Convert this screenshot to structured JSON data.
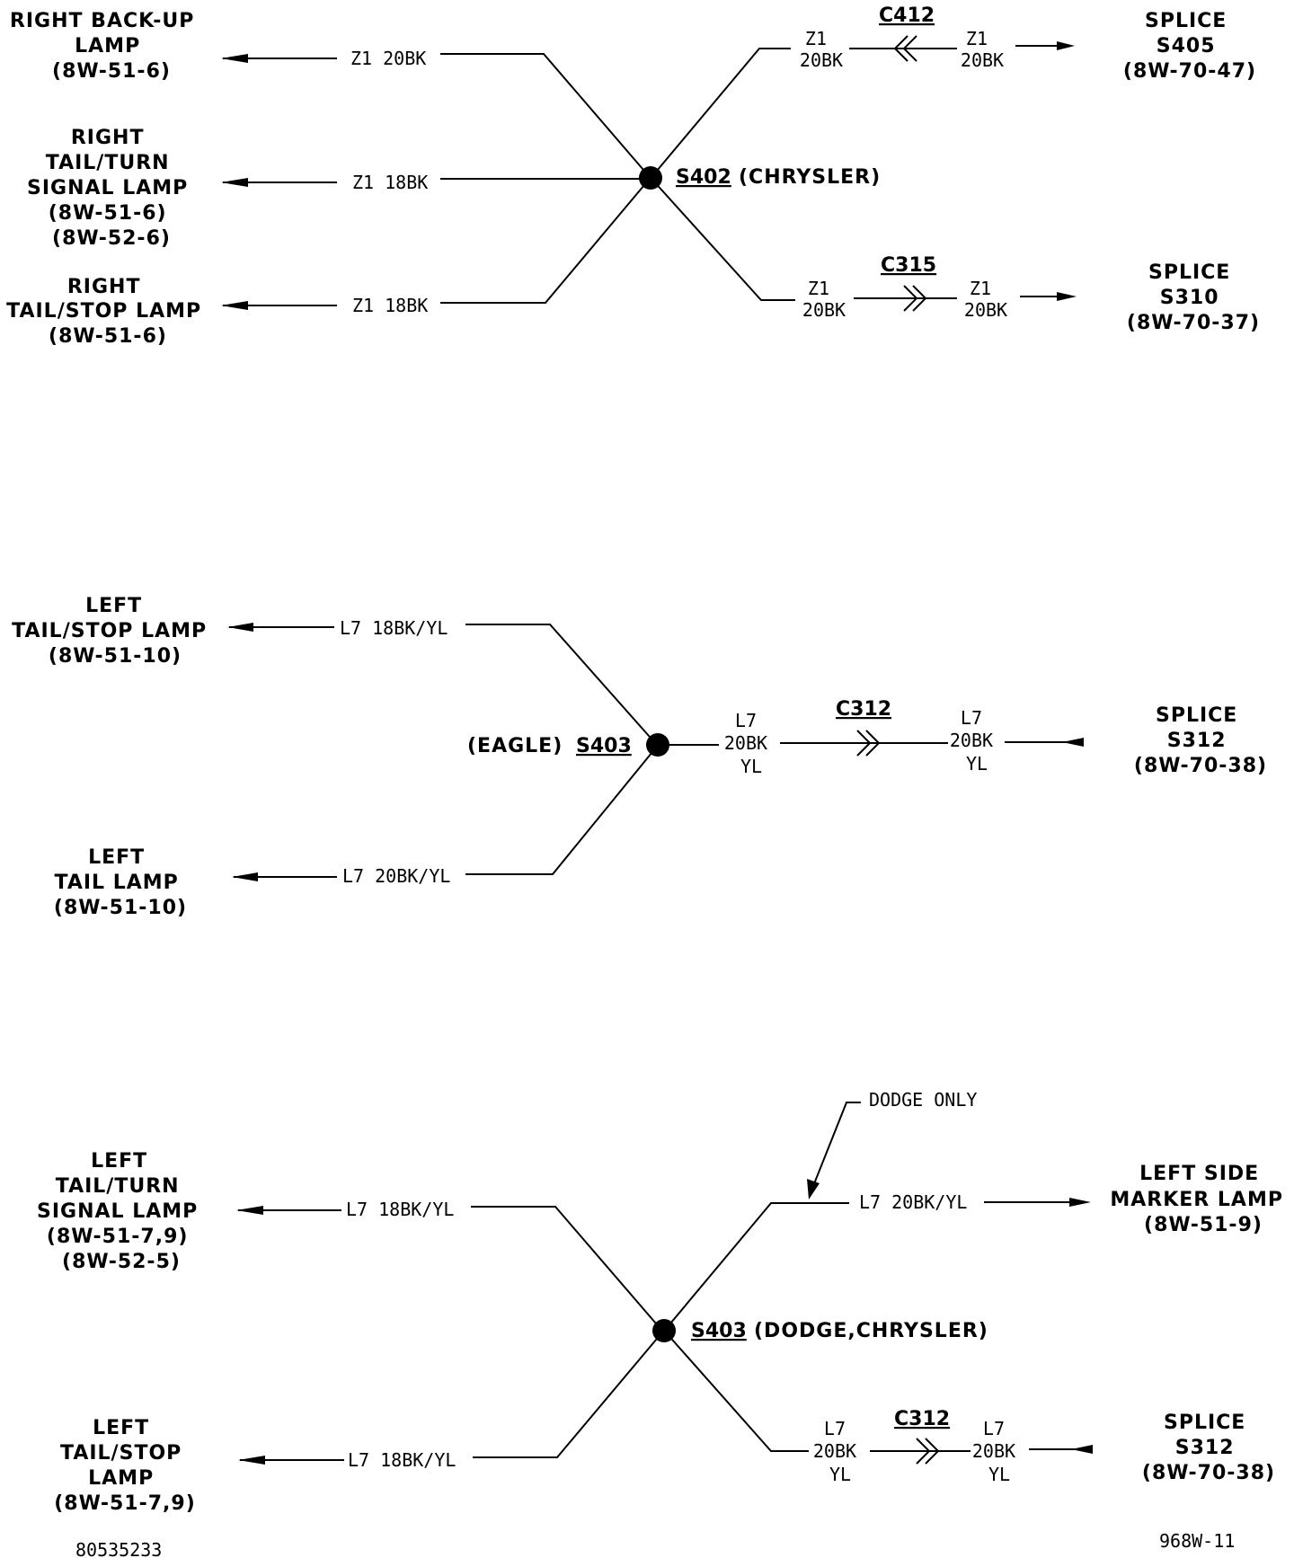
{
  "group1": {
    "comp_backup": [
      "RIGHT BACK-UP",
      "LAMP",
      "(8W-51-6)"
    ],
    "comp_turn": [
      "RIGHT",
      "TAIL/TURN",
      "SIGNAL LAMP",
      "(8W-51-6)",
      "(8W-52-6)"
    ],
    "comp_stop": [
      "RIGHT",
      "TAIL/STOP LAMP",
      "(8W-51-6)"
    ],
    "wire_backup": "Z1 20BK",
    "wire_turn": "Z1 18BK",
    "wire_stop": "Z1 18BK",
    "splice_id": "S402",
    "splice_note": "(CHRYSLER)",
    "conn_top": "C412",
    "conn_top_left": [
      "Z1",
      "20BK"
    ],
    "conn_top_right": [
      "Z1",
      "20BK"
    ],
    "conn_bot": "C315",
    "conn_bot_left": [
      "Z1",
      "20BK"
    ],
    "conn_bot_right": [
      "Z1",
      "20BK"
    ],
    "dest_top": [
      "SPLICE",
      "S405",
      "(8W-70-47)"
    ],
    "dest_bot": [
      "SPLICE",
      "S310",
      "(8W-70-37)"
    ]
  },
  "group2": {
    "comp_stop": [
      "LEFT",
      "TAIL/STOP LAMP",
      "(8W-51-10)"
    ],
    "comp_tail": [
      "LEFT",
      "TAIL LAMP",
      "(8W-51-10)"
    ],
    "wire_stop": "L7 18BK/YL",
    "wire_tail": "L7 20BK/YL",
    "splice_note": "(EAGLE)",
    "splice_id": "S403",
    "conn": "C312",
    "conn_left": [
      "L7",
      "20BK",
      "YL"
    ],
    "conn_right": [
      "L7",
      "20BK",
      "YL"
    ],
    "dest": [
      "SPLICE",
      "S312",
      "(8W-70-38)"
    ]
  },
  "group3": {
    "comp_turn": [
      "LEFT",
      "TAIL/TURN",
      "SIGNAL LAMP",
      "(8W-51-7,9)",
      "(8W-52-5)"
    ],
    "comp_stop": [
      "LEFT",
      "TAIL/STOP",
      "LAMP",
      "(8W-51-7,9)"
    ],
    "wire_turn": "L7 18BK/YL",
    "wire_stop": "L7 18BK/YL",
    "dodge_only": "DODGE ONLY",
    "wire_marker": "L7 20BK/YL",
    "dest_marker": [
      "LEFT SIDE",
      "MARKER LAMP",
      "(8W-51-9)"
    ],
    "splice_id": "S403",
    "splice_note": "(DODGE,CHRYSLER)",
    "conn": "C312",
    "conn_left": [
      "L7",
      "20BK",
      "YL"
    ],
    "conn_right": [
      "L7",
      "20BK",
      "YL"
    ],
    "dest": [
      "SPLICE",
      "S312",
      "(8W-70-38)"
    ]
  },
  "footer": {
    "left_code": "80535233",
    "right_code": "968W-11"
  }
}
